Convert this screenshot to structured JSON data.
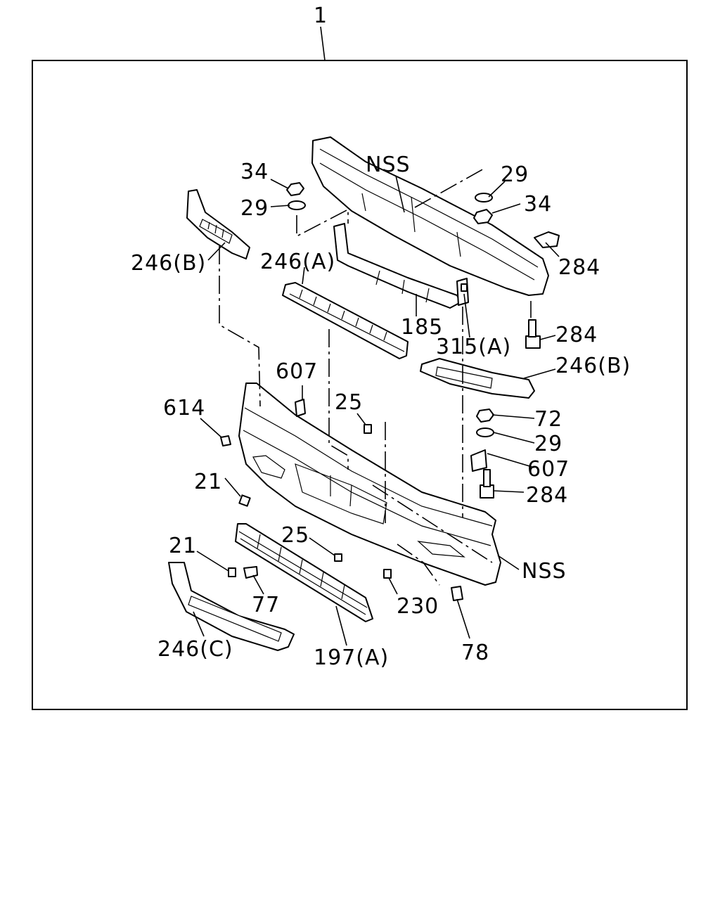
{
  "labels": {
    "assembly": "1",
    "nss_top": "NSS",
    "l34_left": "34",
    "l29_left": "29",
    "l29_right": "29",
    "l34_right": "34",
    "l284_a": "284",
    "l246b_left": "246(B)",
    "l246a": "246(A)",
    "l185": "185",
    "l315a": "315(A)",
    "l284_b": "284",
    "l607_left": "607",
    "l246b_right": "246(B)",
    "l614": "614",
    "l25_top": "25",
    "l72": "72",
    "l29_mid": "29",
    "l607_right": "607",
    "l21_a": "21",
    "l284_c": "284",
    "l25_bot": "25",
    "l21_b": "21",
    "nss_bot": "NSS",
    "l77": "77",
    "l230": "230",
    "l246c": "246(C)",
    "l197a": "197(A)",
    "l78": "78"
  }
}
